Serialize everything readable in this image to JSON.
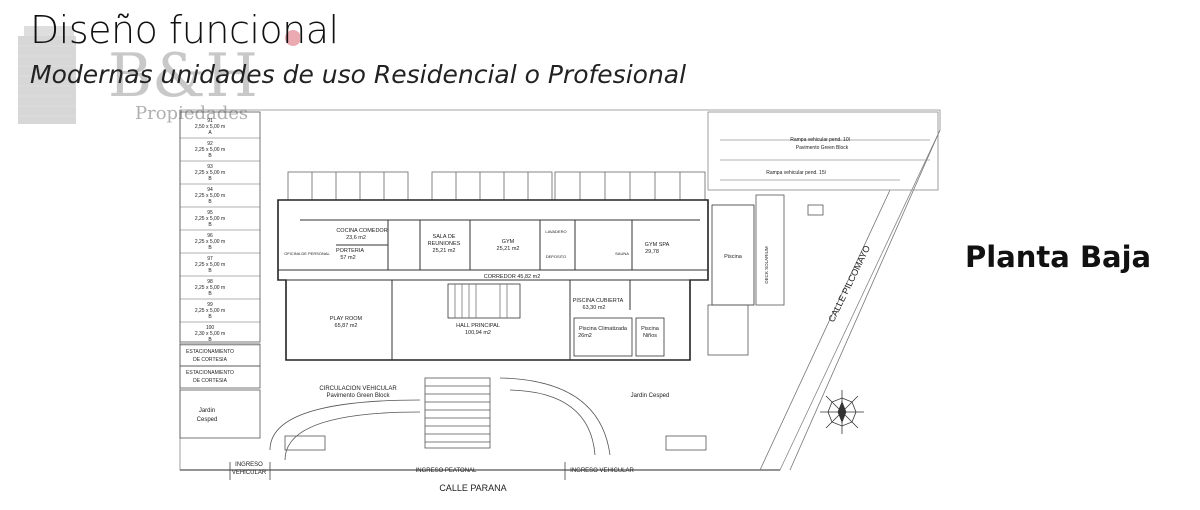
{
  "header": {
    "title": "Diseño funcional",
    "subtitle": "Modernas unidades de uso Residencial o Profesional"
  },
  "logo": {
    "letters": "B&H",
    "tagline": "Propiedades"
  },
  "plan_title": "Planta Baja",
  "parking_spaces": [
    {
      "num": "91",
      "size": "2,50 x 5,00 m",
      "type": "A"
    },
    {
      "num": "92",
      "size": "2,25 x 5,00 m",
      "type": "B"
    },
    {
      "num": "93",
      "size": "2,25 x 5,00 m",
      "type": "B"
    },
    {
      "num": "94",
      "size": "2,25 x 5,00 m",
      "type": "B"
    },
    {
      "num": "95",
      "size": "2,25 x 5,00 m",
      "type": "B"
    },
    {
      "num": "96",
      "size": "2,25 x 5,00 m",
      "type": "B"
    },
    {
      "num": "97",
      "size": "2,25 x 5,00 m",
      "type": "B"
    },
    {
      "num": "98",
      "size": "2,25 x 5,00 m",
      "type": "B"
    },
    {
      "num": "99",
      "size": "2,25 x 5,00 m",
      "type": "B"
    },
    {
      "num": "100",
      "size": "2,30 x 5,00 m",
      "type": "B"
    }
  ],
  "courtesy": [
    "ESTACIONAMIENTO",
    "DE CORTESIA"
  ],
  "rooms": {
    "cocina": {
      "name": "COCINA COMEDOR",
      "area": "23,6 m2"
    },
    "porteria": {
      "name": "PORTERIA",
      "area": "57 m2"
    },
    "oficina": "OFICINA DE PERSONAL",
    "sala": {
      "name": "SALA DE",
      "name2": "REUNIONES",
      "area": "25,21 m2"
    },
    "gym": {
      "name": "GYM",
      "area": "25,21 m2"
    },
    "gym_spa": {
      "name": "GYM SPA",
      "area": "29,78"
    },
    "sauna": "SAUNA",
    "lavadero": "LAVADERO",
    "deposito": "DEPOSITO",
    "corredor": "CORREDOR  45,82 m2",
    "play_room": {
      "name": "PLAY ROOM",
      "area": "65,87 m2"
    },
    "hall": {
      "name": "HALL PRINCIPAL",
      "area": "100,94 m2"
    },
    "piscina_cubierta": {
      "name": "PISCINA CUBIERTA",
      "area": "63,30 m2"
    },
    "piscina_clim": {
      "name": "Piscina Climatizada",
      "area": "26m2"
    },
    "piscina_ninos": {
      "name": "Piscina",
      "name2": "Niños"
    },
    "piscina": "Piscina",
    "deck": "DECK SOLARIUM"
  },
  "labels": {
    "circulacion": "CIRCULACION VEHICULAR",
    "pavimento": "Pavimento Green Block",
    "jardin_izq": [
      "Jardin",
      "Cesped"
    ],
    "jardin_der": "Jardin Cesped",
    "ingreso_vehicular_izq": [
      "INGRESO",
      "VEHICULAR"
    ],
    "ingreso_peatonal": "INGRESO PEATONAL",
    "ingreso_vehicular_der": "INGRESO VEHICULAR",
    "calle_parana": "CALLE PARANA",
    "calle_pilcomayo": "CALLE PILCOMAYO",
    "rampa1": "Rampa vehicular pend. 10l",
    "rampa1b": "Pavimento Green Block",
    "rampa2": "Rampa vehicular pend. 15l"
  }
}
